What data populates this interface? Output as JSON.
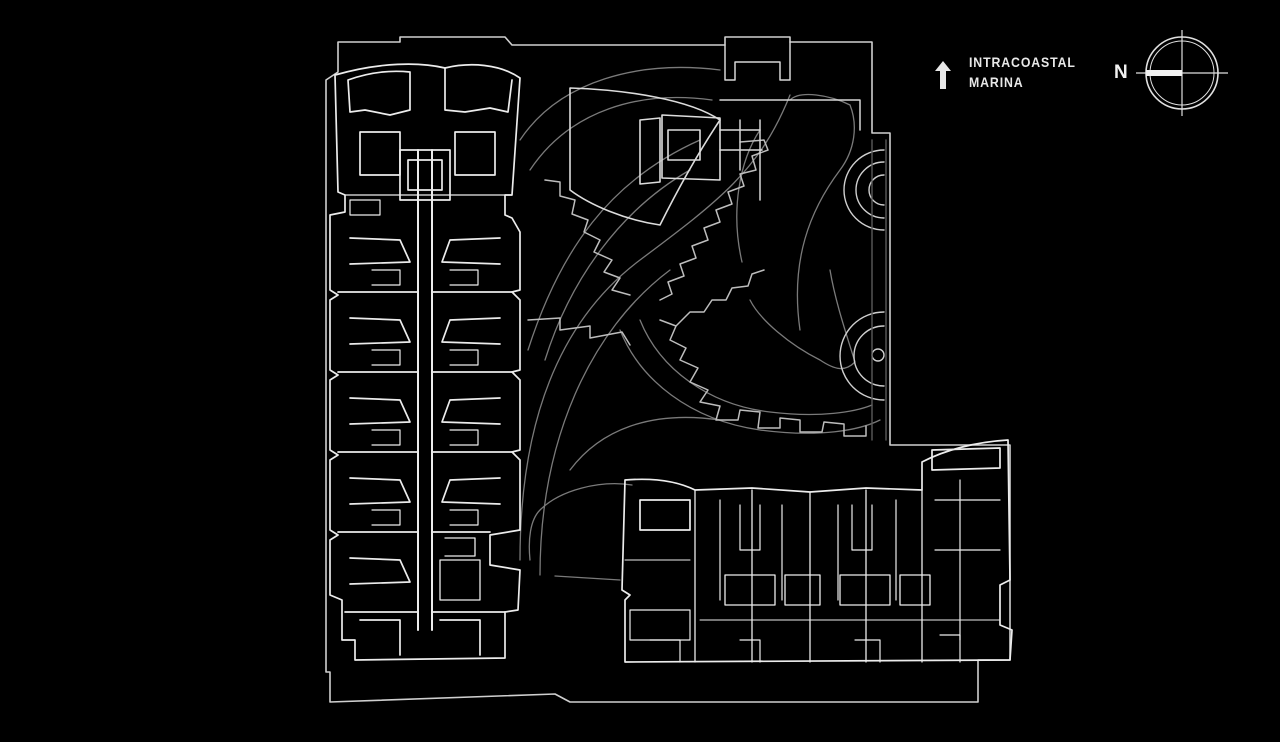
{
  "legend": {
    "label_line1": "INTRACOASTAL",
    "label_line2": "MARINA",
    "arrow_icon": "arrow-up-icon"
  },
  "compass": {
    "letter": "N",
    "icon": "compass-rose-icon"
  },
  "colors": {
    "background": "#000000",
    "linework": "#e6e6e6",
    "faint_linework": "#8a8a8a"
  }
}
